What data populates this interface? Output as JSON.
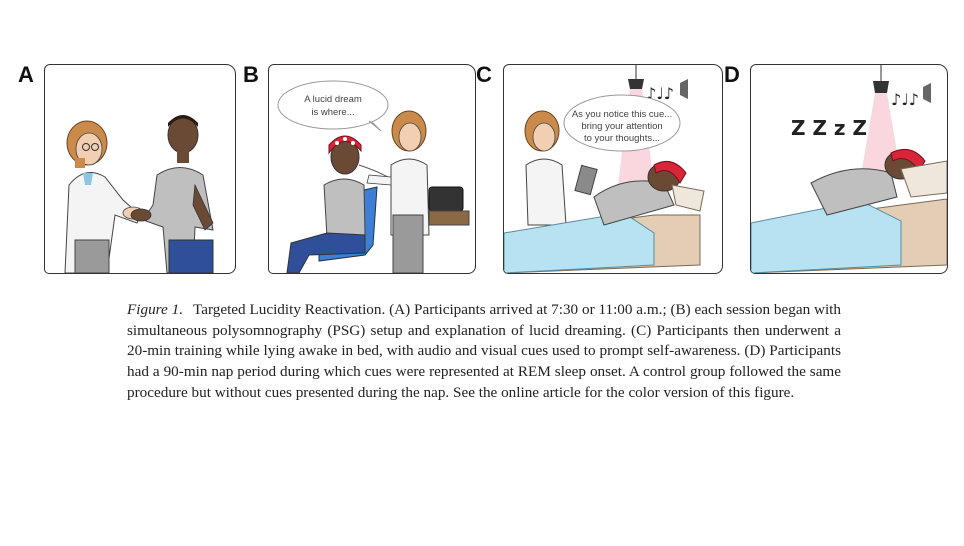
{
  "panels": [
    {
      "letter": "A"
    },
    {
      "letter": "B",
      "speech": [
        "A lucid dream",
        "is where..."
      ]
    },
    {
      "letter": "C",
      "speech": [
        "As you notice this cue...",
        "bring your attention",
        "to your thoughts..."
      ]
    },
    {
      "letter": "D",
      "sleep_text": "Z Z z Z"
    }
  ],
  "caption": {
    "figure_label": "Figure 1.",
    "text": "Targeted Lucidity Reactivation. (A) Participants arrived at 7:30 or 11:00 a.m.; (B) each session began with simultaneous polysomnography (PSG) setup and explanation of lucid dreaming. (C) Participants then underwent a 20-min training while lying awake in bed, with audio and visual cues used to prompt self-awareness. (D) Participants had a 90-min nap period during which cues were represented at REM sleep onset. A control group followed the same procedure but without cues presented during the nap. See the online article for the color version of this figure."
  },
  "colors": {
    "labcoat": "#f4f4f4",
    "skin_light": "#f2cfb3",
    "skin_dark": "#6b4a35",
    "hair": "#c98a4a",
    "shirt_grey": "#bfbfbf",
    "jeans": "#2f4f9a",
    "cap_red": "#d9253a",
    "blanket_blue": "#b7e2f2",
    "bed_tan": "#e3cdb4",
    "light_pink": "#f5b6c4"
  }
}
